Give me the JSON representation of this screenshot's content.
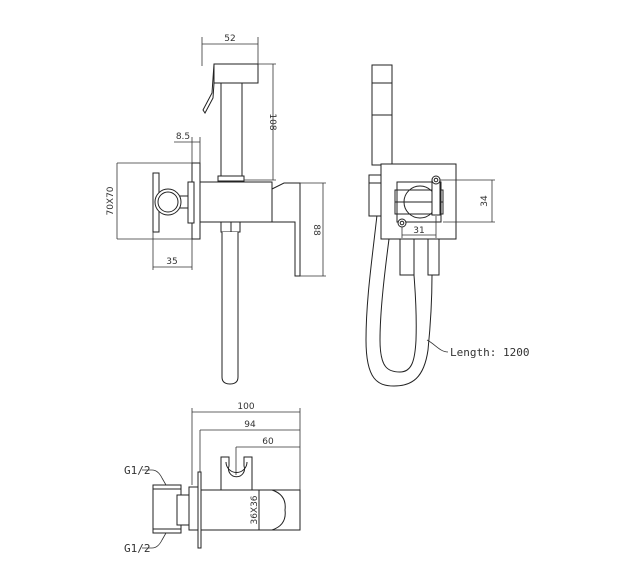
{
  "front_view": {
    "dim_head_width": "52",
    "dim_stem_height": "108",
    "dim_wall_offset": "8.5",
    "dim_flange": "70X70",
    "dim_holder_depth": "35",
    "dim_handle_height": "88"
  },
  "side_view": {
    "dim_holder_height": "34",
    "dim_holder_width": "31",
    "hose_label": "Length: 1200"
  },
  "top_view": {
    "dim_total": "100",
    "dim_body": "94",
    "dim_holder_pos": "60",
    "dim_body_section": "36X36",
    "thread_label_top": "G1/2",
    "thread_label_bottom": "G1/2"
  }
}
